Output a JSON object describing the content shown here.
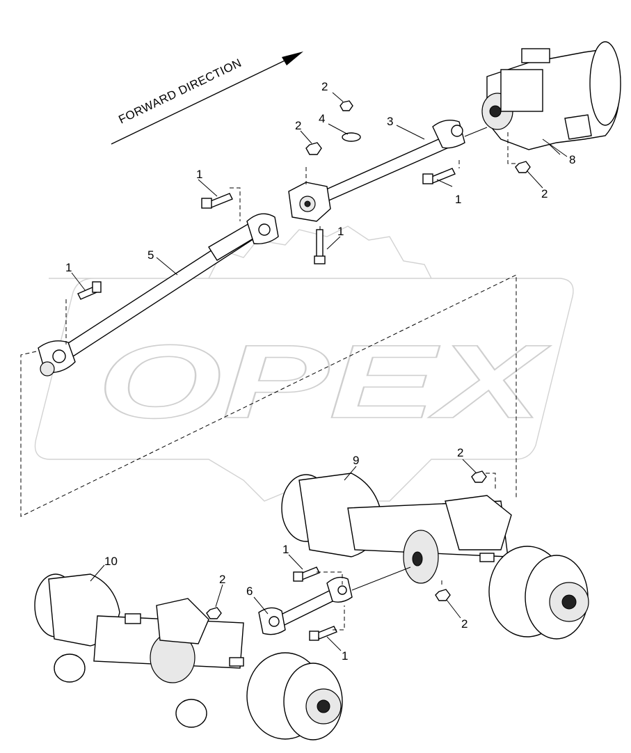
{
  "diagram": {
    "direction_label": "FORWARD DIRECTION",
    "watermark": "OPEX",
    "callouts": [
      {
        "id": "c-2-top",
        "text": "2"
      },
      {
        "id": "c-4",
        "text": "4"
      },
      {
        "id": "c-3",
        "text": "3"
      },
      {
        "id": "c-2-left",
        "text": "2"
      },
      {
        "id": "c-1-top",
        "text": "1"
      },
      {
        "id": "c-1-center",
        "text": "1"
      },
      {
        "id": "c-1-bracket",
        "text": "1"
      },
      {
        "id": "c-5",
        "text": "5"
      },
      {
        "id": "c-1-left",
        "text": "1"
      },
      {
        "id": "c-8",
        "text": "8"
      },
      {
        "id": "c-2-trans",
        "text": "2"
      },
      {
        "id": "c-9",
        "text": "9"
      },
      {
        "id": "c-2-rear",
        "text": "2"
      },
      {
        "id": "c-10",
        "text": "10"
      },
      {
        "id": "c-1-lower",
        "text": "1"
      },
      {
        "id": "c-2-front",
        "text": "2"
      },
      {
        "id": "c-6",
        "text": "6"
      },
      {
        "id": "c-1-bottom",
        "text": "1"
      },
      {
        "id": "c-2-axle",
        "text": "2"
      }
    ]
  }
}
